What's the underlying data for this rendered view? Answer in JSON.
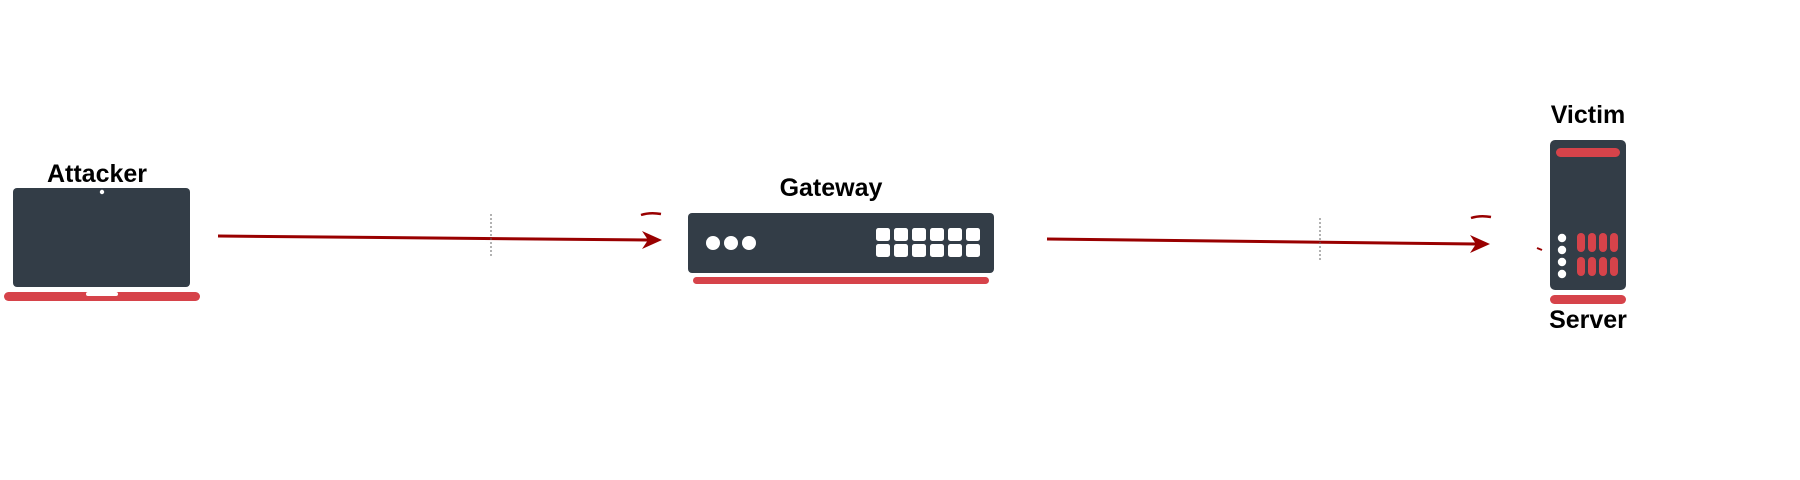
{
  "nodes": {
    "attacker": {
      "label": "Attacker",
      "icon": "laptop-icon"
    },
    "gateway": {
      "label": "Gateway",
      "icon": "network-switch-icon"
    },
    "victim": {
      "label": "Victim",
      "sublabel": "Server",
      "icon": "server-icon"
    }
  },
  "edges": [
    {
      "from": "attacker",
      "to": "gateway"
    },
    {
      "from": "gateway",
      "to": "victim"
    }
  ],
  "colors": {
    "device_body": "#333d47",
    "accent_red": "#d6434a",
    "arrow": "#990000",
    "light": "#ffffff",
    "divider": "#666666"
  }
}
